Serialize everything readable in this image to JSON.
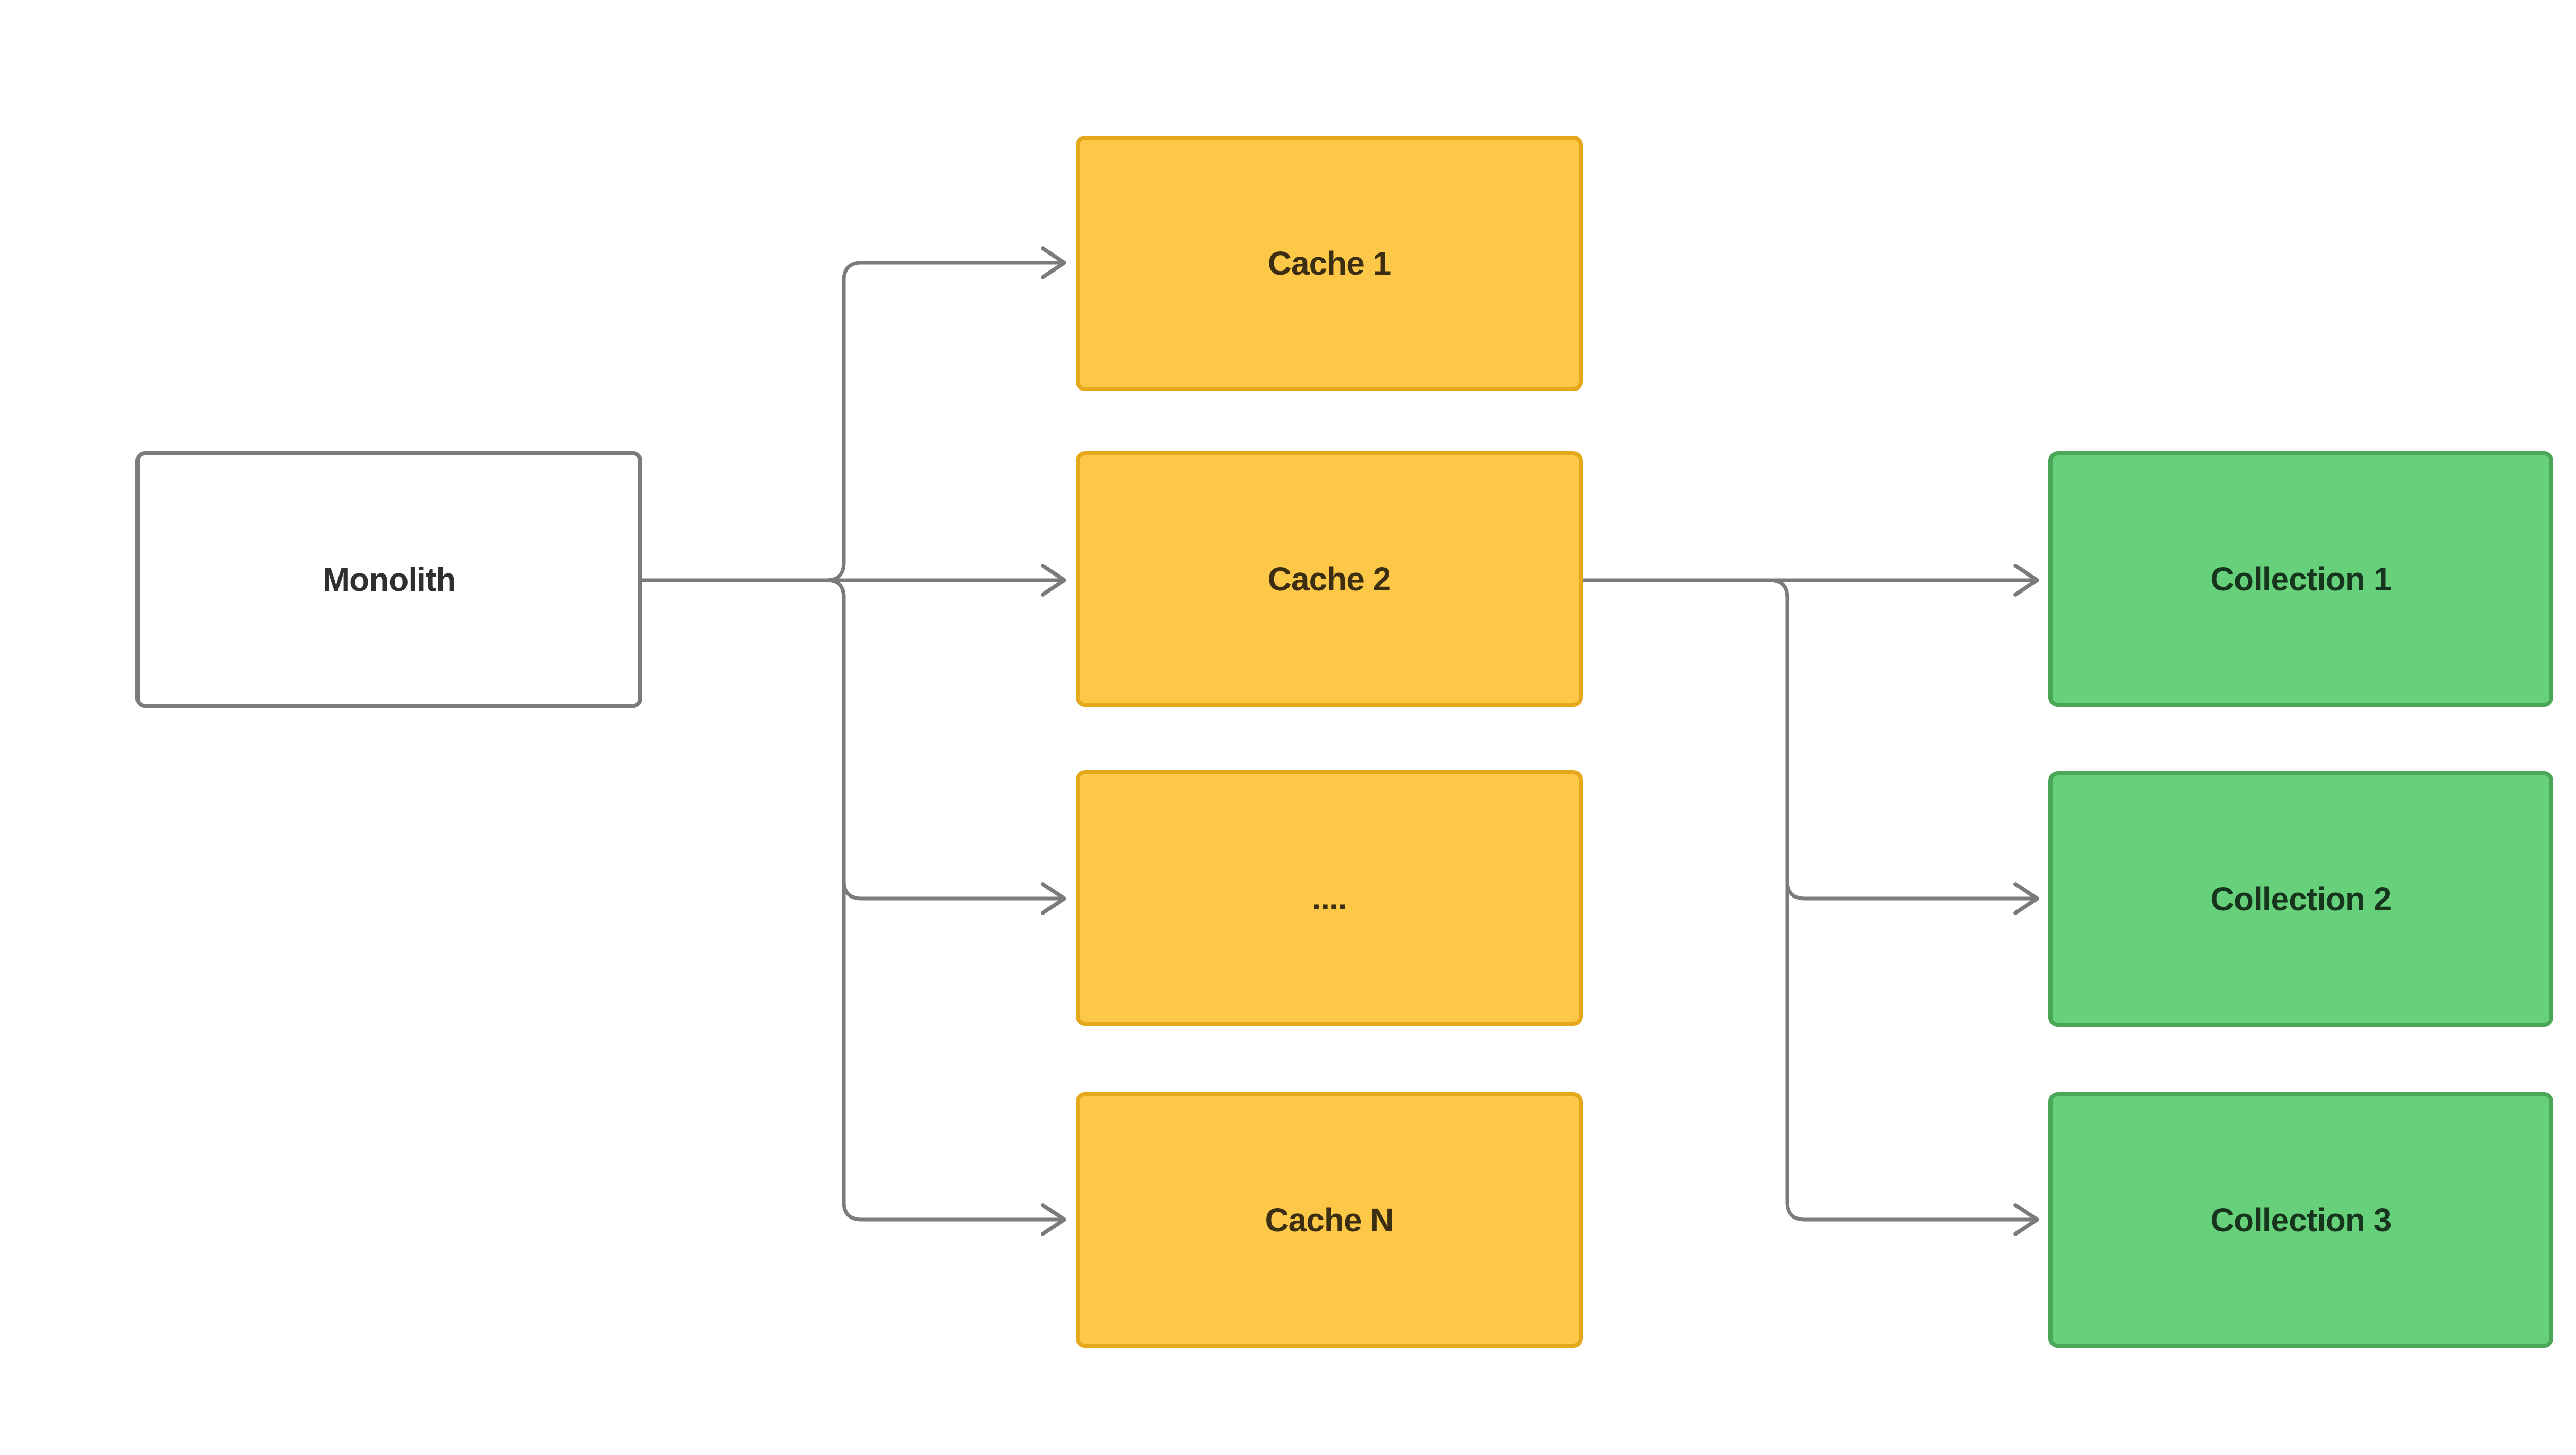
{
  "diagram": {
    "type": "flowchart",
    "background_color": "#ffffff",
    "connector": {
      "color": "#7b7b7b",
      "style": "orthogonal-rounded",
      "arrowhead": "open-chevron"
    },
    "nodes": {
      "monolith": {
        "label": "Monolith",
        "fill": "#ffffff",
        "border": "#7b7b7b",
        "text_color": "#2f2f2f"
      },
      "cache1": {
        "label": "Cache 1",
        "fill": "#fdc748",
        "border": "#e5a81b",
        "text_color": "#3b2e12"
      },
      "cache2": {
        "label": "Cache 2",
        "fill": "#fdc748",
        "border": "#e5a81b",
        "text_color": "#3b2e12"
      },
      "cache_more": {
        "label": "....",
        "fill": "#fdc748",
        "border": "#e5a81b",
        "text_color": "#3b2e12"
      },
      "cacheN": {
        "label": "Cache N",
        "fill": "#fdc748",
        "border": "#e5a81b",
        "text_color": "#3b2e12"
      },
      "collection1": {
        "label": "Collection 1",
        "fill": "#66d07a",
        "border": "#4aa757",
        "text_color": "#16351c"
      },
      "collection2": {
        "label": "Collection 2",
        "fill": "#66d07a",
        "border": "#4aa757",
        "text_color": "#16351c"
      },
      "collection3": {
        "label": "Collection 3",
        "fill": "#66d07a",
        "border": "#4aa757",
        "text_color": "#16351c"
      }
    },
    "edges": [
      {
        "from": "monolith",
        "to": "cache1"
      },
      {
        "from": "monolith",
        "to": "cache2"
      },
      {
        "from": "monolith",
        "to": "cache_more"
      },
      {
        "from": "monolith",
        "to": "cacheN"
      },
      {
        "from": "cache2",
        "to": "collection1"
      },
      {
        "from": "cache2",
        "to": "collection2"
      },
      {
        "from": "cache2",
        "to": "collection3"
      }
    ]
  }
}
